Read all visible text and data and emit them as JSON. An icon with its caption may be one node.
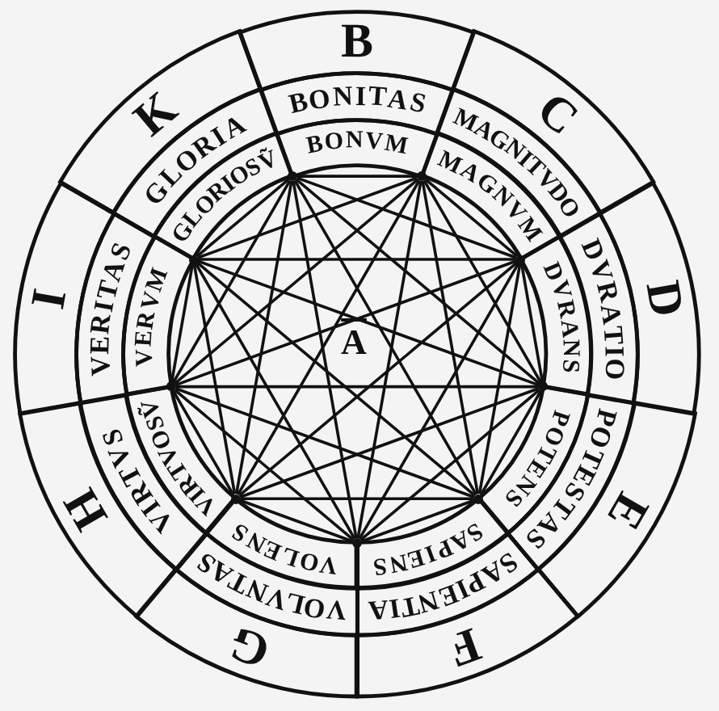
{
  "diagram": {
    "nodes": [
      {
        "text": [
          "B"
        ]
      },
      {
        "text": [
          "C"
        ]
      },
      {
        "text": [
          "D"
        ]
      },
      {
        "text": [
          "E"
        ]
      },
      {
        "text": [
          "F"
        ]
      },
      {
        "text": [
          "G"
        ]
      },
      {
        "text": [
          "H"
        ]
      },
      {
        "text": [
          "I"
        ]
      },
      {
        "text": [
          "K"
        ]
      },
      {
        "text": [
          "BONITAS"
        ]
      },
      {
        "text": [
          "MAGNITVDO"
        ]
      },
      {
        "text": [
          "DVRATIO"
        ]
      },
      {
        "text": [
          "POTESTAS"
        ]
      },
      {
        "text": [
          "SAPIENTIA"
        ]
      },
      {
        "text": [
          "VOLVNTAS"
        ]
      },
      {
        "text": [
          "VIRTVS"
        ]
      },
      {
        "text": [
          "VERITAS"
        ]
      },
      {
        "text": [
          "GLORIA"
        ]
      },
      {
        "text": [
          "BONVM"
        ]
      },
      {
        "text": [
          "MAGNVM"
        ]
      },
      {
        "text": [
          "DVRANS"
        ]
      },
      {
        "text": [
          "POTENS"
        ]
      },
      {
        "text": [
          "SAPIENS"
        ]
      },
      {
        "text": [
          "VOLENS"
        ]
      },
      {
        "text": [
          "VIRTVOSṼ"
        ]
      },
      {
        "text": [
          "VERVM"
        ]
      },
      {
        "text": [
          "GLORIOSṼ"
        ]
      },
      {
        "text": [],
        "shape": "circle"
      },
      {
        "text": [],
        "shape": "circle"
      },
      {
        "text": [],
        "shape": "circle"
      },
      {
        "text": [],
        "shape": "circle"
      },
      {
        "text": [],
        "shape": "circle"
      },
      {
        "text": [],
        "shape": "circle"
      },
      {
        "text": [],
        "shape": "circle"
      },
      {
        "text": [],
        "shape": "circle"
      },
      {
        "text": [],
        "shape": "circle"
      }
    ],
    "edges": [
      {
        "from": 27,
        "to": 28,
        "arrow": "none"
      },
      {
        "from": 27,
        "to": 29,
        "arrow": "none"
      },
      {
        "from": 27,
        "to": 30,
        "arrow": "none"
      },
      {
        "from": 27,
        "to": 31,
        "arrow": "none"
      },
      {
        "from": 27,
        "to": 32,
        "arrow": "none"
      },
      {
        "from": 27,
        "to": 33,
        "arrow": "none"
      },
      {
        "from": 27,
        "to": 34,
        "arrow": "none"
      },
      {
        "from": 27,
        "to": 35,
        "arrow": "none"
      },
      {
        "from": 28,
        "to": 29,
        "arrow": "none"
      },
      {
        "from": 28,
        "to": 30,
        "arrow": "none"
      },
      {
        "from": 28,
        "to": 31,
        "arrow": "none"
      },
      {
        "from": 28,
        "to": 32,
        "arrow": "none"
      },
      {
        "from": 28,
        "to": 33,
        "arrow": "none"
      },
      {
        "from": 28,
        "to": 34,
        "arrow": "none"
      },
      {
        "from": 28,
        "to": 35,
        "arrow": "none"
      },
      {
        "from": 29,
        "to": 30,
        "arrow": "none"
      },
      {
        "from": 29,
        "to": 31,
        "arrow": "none"
      },
      {
        "from": 29,
        "to": 32,
        "arrow": "none"
      },
      {
        "from": 29,
        "to": 33,
        "arrow": "none"
      },
      {
        "from": 29,
        "to": 34,
        "arrow": "none"
      },
      {
        "from": 29,
        "to": 35,
        "arrow": "none"
      },
      {
        "from": 30,
        "to": 31,
        "arrow": "none"
      },
      {
        "from": 30,
        "to": 32,
        "arrow": "none"
      },
      {
        "from": 30,
        "to": 33,
        "arrow": "none"
      },
      {
        "from": 30,
        "to": 34,
        "arrow": "none"
      },
      {
        "from": 30,
        "to": 35,
        "arrow": "none"
      },
      {
        "from": 31,
        "to": 32,
        "arrow": "none"
      },
      {
        "from": 31,
        "to": 33,
        "arrow": "none"
      },
      {
        "from": 31,
        "to": 34,
        "arrow": "none"
      },
      {
        "from": 31,
        "to": 35,
        "arrow": "none"
      },
      {
        "from": 32,
        "to": 33,
        "arrow": "none"
      },
      {
        "from": 32,
        "to": 34,
        "arrow": "none"
      },
      {
        "from": 32,
        "to": 35,
        "arrow": "none"
      },
      {
        "from": 33,
        "to": 34,
        "arrow": "none"
      },
      {
        "from": 33,
        "to": 35,
        "arrow": "none"
      },
      {
        "from": 34,
        "to": 35,
        "arrow": "none"
      }
    ],
    "labels": [
      "A"
    ]
  }
}
